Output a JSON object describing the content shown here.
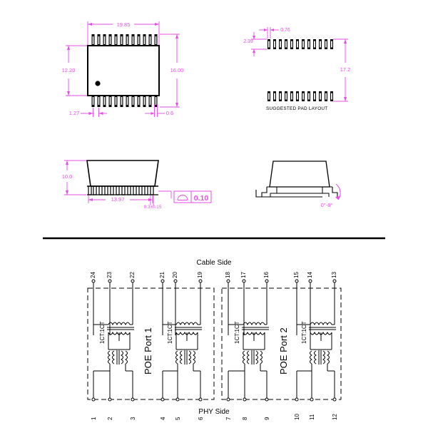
{
  "document": {
    "type": "mechanical-drawing-and-schematic",
    "colors": {
      "dimension": "#e64ce6",
      "outline": "#000000",
      "background": "#ffffff",
      "body_fill": "#ffffff"
    }
  },
  "package_drawing": {
    "top_view": {
      "title": "",
      "dimensions": {
        "width_overall": "19.85",
        "height_body": "12.20",
        "height_overall": "16.00",
        "pitch": "1.27",
        "lead_width": "0.6"
      },
      "pin_count_per_side": 12,
      "pin1_marker": "dot"
    },
    "pad_layout": {
      "caption": "SUGGESTED PAD LAYOUT",
      "dimensions": {
        "pad_width": "0.76",
        "pad_height": "2.39",
        "span": "17.2"
      },
      "pad_count_per_row": 12
    },
    "front_view": {
      "dimensions": {
        "height": "10.0",
        "body_width": "13.97",
        "lead_thickness": "0.3±0.15"
      },
      "tolerance_block": {
        "symbol": "profile-of-surface",
        "value": "0.10"
      }
    },
    "side_view": {
      "dimensions": {
        "lead_angle": "0°-8°"
      }
    }
  },
  "schematic": {
    "top_label": "Cable Side",
    "bottom_label": "PHY Side",
    "top_pins": [
      "24",
      "23",
      "22",
      "21",
      "20",
      "19",
      "18",
      "17",
      "16",
      "15",
      "14",
      "13"
    ],
    "bottom_pins": [
      "1",
      "2",
      "3",
      "4",
      "5",
      "6",
      "7",
      "8",
      "9",
      "10",
      "11",
      "12"
    ],
    "ports": [
      {
        "name": "POE Port 1",
        "turns_ratio_left": "1CT:1CT",
        "turns_ratio_right": "1CT:1CT"
      },
      {
        "name": "POE Port 2",
        "turns_ratio_left": "1CT:1CT",
        "turns_ratio_right": "1CT:1CT"
      }
    ]
  }
}
